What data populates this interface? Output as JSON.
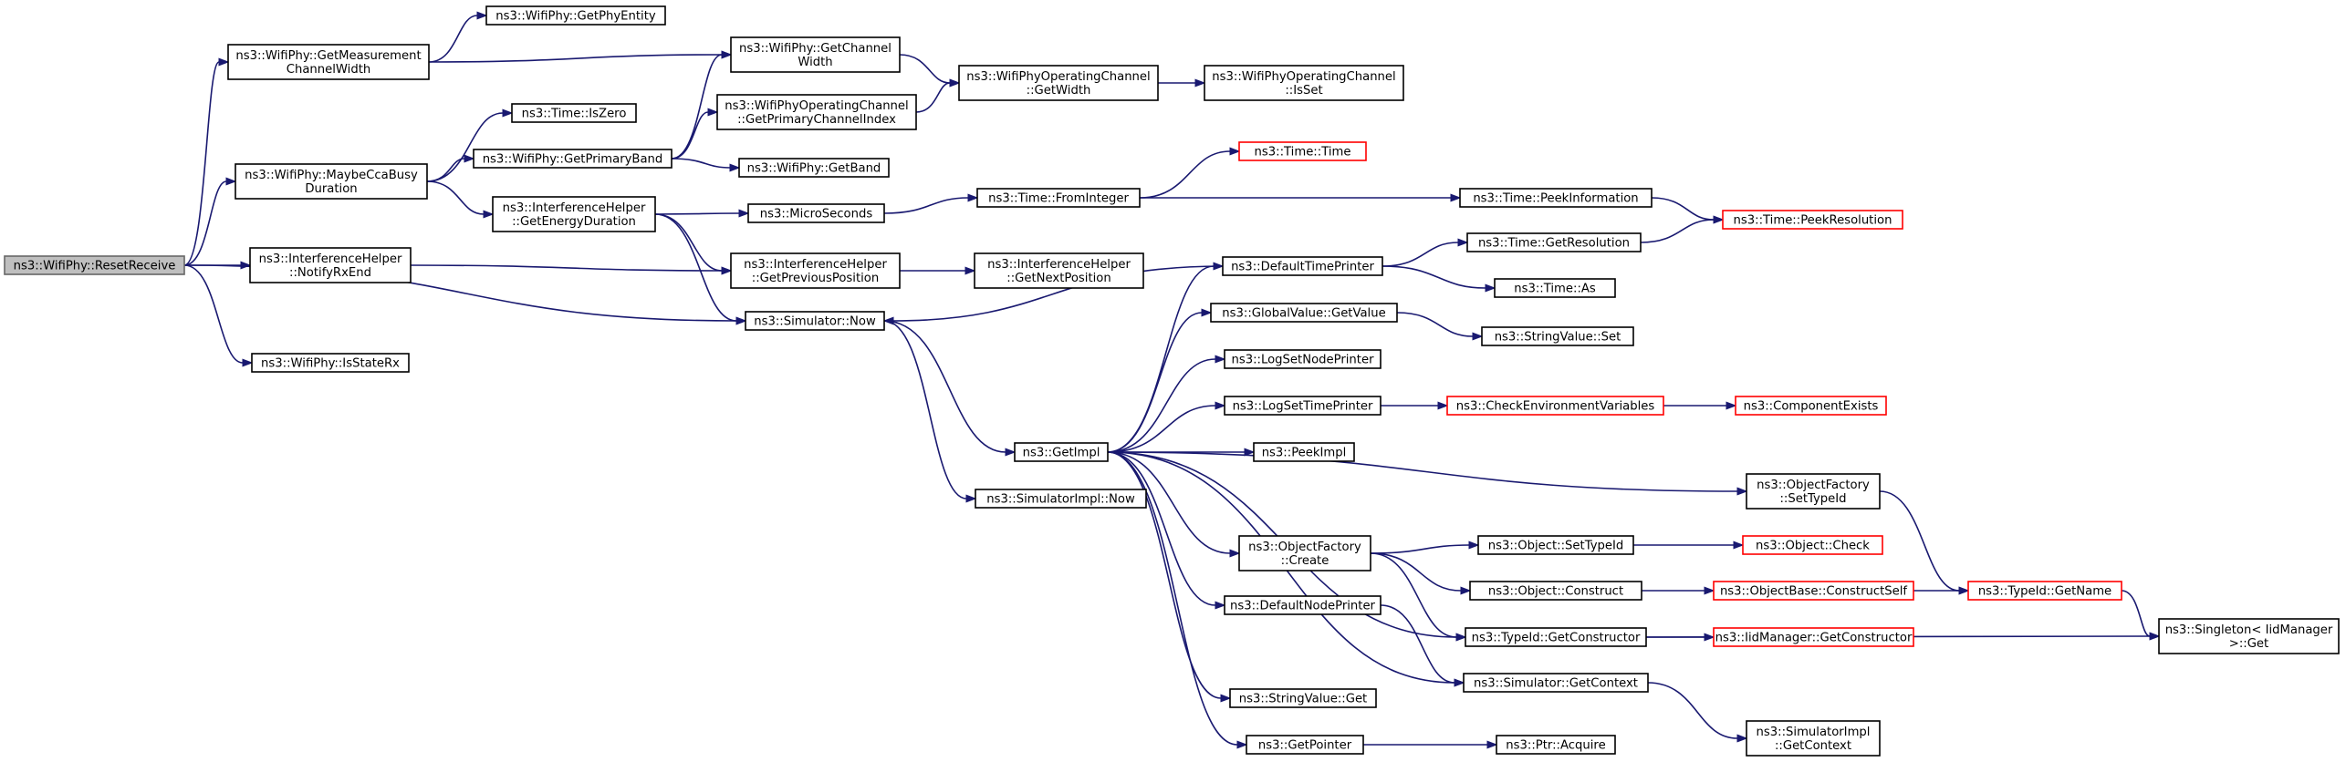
{
  "colors": {
    "edge": "#191970",
    "truncated_border": "#ff0000",
    "root_fill": "#bfbfbf"
  },
  "nodes": [
    {
      "id": "resetReceive",
      "lines": [
        "ns3::WifiPhy::ResetReceive"
      ],
      "root": true
    },
    {
      "id": "getMeasWidth",
      "lines": [
        "ns3::WifiPhy::GetMeasurement",
        "ChannelWidth"
      ]
    },
    {
      "id": "getPhyEntity",
      "lines": [
        "ns3::WifiPhy::GetPhyEntity"
      ]
    },
    {
      "id": "getChannelWidth",
      "lines": [
        "ns3::WifiPhy::GetChannel",
        "Width"
      ]
    },
    {
      "id": "opChGetWidth",
      "lines": [
        "ns3::WifiPhyOperatingChannel",
        "::GetWidth"
      ]
    },
    {
      "id": "opChIsSet",
      "lines": [
        "ns3::WifiPhyOperatingChannel",
        "::IsSet"
      ]
    },
    {
      "id": "opChPrimaryIdx",
      "lines": [
        "ns3::WifiPhyOperatingChannel",
        "::GetPrimaryChannelIndex"
      ]
    },
    {
      "id": "maybeCca",
      "lines": [
        "ns3::WifiPhy::MaybeCcaBusy",
        "Duration"
      ]
    },
    {
      "id": "timeIsZero",
      "lines": [
        "ns3::Time::IsZero"
      ]
    },
    {
      "id": "getPrimaryBand",
      "lines": [
        "ns3::WifiPhy::GetPrimaryBand"
      ]
    },
    {
      "id": "getBand",
      "lines": [
        "ns3::WifiPhy::GetBand"
      ]
    },
    {
      "id": "timeTime",
      "lines": [
        "ns3::Time::Time"
      ],
      "truncated": true
    },
    {
      "id": "ihEnergy",
      "lines": [
        "ns3::InterferenceHelper",
        "::GetEnergyDuration"
      ]
    },
    {
      "id": "microSeconds",
      "lines": [
        "ns3::MicroSeconds"
      ]
    },
    {
      "id": "fromInteger",
      "lines": [
        "ns3::Time::FromInteger"
      ]
    },
    {
      "id": "peekInfo",
      "lines": [
        "ns3::Time::PeekInformation"
      ]
    },
    {
      "id": "peekRes",
      "lines": [
        "ns3::Time::PeekResolution"
      ],
      "truncated": true
    },
    {
      "id": "getResolution",
      "lines": [
        "ns3::Time::GetResolution"
      ]
    },
    {
      "id": "timeAs",
      "lines": [
        "ns3::Time::As"
      ]
    },
    {
      "id": "notifyRxEnd",
      "lines": [
        "ns3::InterferenceHelper",
        "::NotifyRxEnd"
      ]
    },
    {
      "id": "ihPrevPos",
      "lines": [
        "ns3::InterferenceHelper",
        "::GetPreviousPosition"
      ]
    },
    {
      "id": "ihNextPos",
      "lines": [
        "ns3::InterferenceHelper",
        "::GetNextPosition"
      ]
    },
    {
      "id": "defTimePrinter",
      "lines": [
        "ns3::DefaultTimePrinter"
      ]
    },
    {
      "id": "simNow",
      "lines": [
        "ns3::Simulator::Now"
      ]
    },
    {
      "id": "gvGetValue",
      "lines": [
        "ns3::GlobalValue::GetValue"
      ]
    },
    {
      "id": "svSet",
      "lines": [
        "ns3::StringValue::Set"
      ]
    },
    {
      "id": "isStateRx",
      "lines": [
        "ns3::WifiPhy::IsStateRx"
      ]
    },
    {
      "id": "logSetNodePrinter",
      "lines": [
        "ns3::LogSetNodePrinter"
      ]
    },
    {
      "id": "logSetTimePrinter",
      "lines": [
        "ns3::LogSetTimePrinter"
      ]
    },
    {
      "id": "checkEnv",
      "lines": [
        "ns3::CheckEnvironmentVariables"
      ],
      "truncated": true
    },
    {
      "id": "compExists",
      "lines": [
        "ns3::ComponentExists"
      ],
      "truncated": true
    },
    {
      "id": "getImpl",
      "lines": [
        "ns3::GetImpl"
      ]
    },
    {
      "id": "peekImpl",
      "lines": [
        "ns3::PeekImpl"
      ]
    },
    {
      "id": "simImplNow",
      "lines": [
        "ns3::SimulatorImpl::Now"
      ]
    },
    {
      "id": "ofSetTypeId",
      "lines": [
        "ns3::ObjectFactory",
        "::SetTypeId"
      ]
    },
    {
      "id": "ofCreate",
      "lines": [
        "ns3::ObjectFactory",
        "::Create"
      ]
    },
    {
      "id": "objSetTypeId",
      "lines": [
        "ns3::Object::SetTypeId"
      ]
    },
    {
      "id": "objCheck",
      "lines": [
        "ns3::Object::Check"
      ],
      "truncated": true
    },
    {
      "id": "objConstruct",
      "lines": [
        "ns3::Object::Construct"
      ]
    },
    {
      "id": "objBaseConstructSelf",
      "lines": [
        "ns3::ObjectBase::ConstructSelf"
      ],
      "truncated": true
    },
    {
      "id": "typeIdGetName",
      "lines": [
        "ns3::TypeId::GetName"
      ],
      "truncated": true
    },
    {
      "id": "defNodePrinter",
      "lines": [
        "ns3::DefaultNodePrinter"
      ]
    },
    {
      "id": "singletonGet",
      "lines": [
        "ns3::Singleton< IidManager",
        ">::Get"
      ]
    },
    {
      "id": "typeIdGetCtor",
      "lines": [
        "ns3::TypeId::GetConstructor"
      ]
    },
    {
      "id": "iidGetCtor",
      "lines": [
        "ns3::IidManager::GetConstructor"
      ],
      "truncated": true
    },
    {
      "id": "simGetContext",
      "lines": [
        "ns3::Simulator::GetContext"
      ]
    },
    {
      "id": "svGet",
      "lines": [
        "ns3::StringValue::Get"
      ]
    },
    {
      "id": "simImplGetContext",
      "lines": [
        "ns3::SimulatorImpl",
        "::GetContext"
      ]
    },
    {
      "id": "getPointer",
      "lines": [
        "ns3::GetPointer"
      ]
    },
    {
      "id": "ptrAcquire",
      "lines": [
        "ns3::Ptr::Acquire"
      ]
    }
  ],
  "edges": [
    [
      "resetReceive",
      "getMeasWidth"
    ],
    [
      "resetReceive",
      "maybeCca"
    ],
    [
      "resetReceive",
      "notifyRxEnd"
    ],
    [
      "resetReceive",
      "simNow"
    ],
    [
      "resetReceive",
      "isStateRx"
    ],
    [
      "getMeasWidth",
      "getPhyEntity"
    ],
    [
      "getMeasWidth",
      "getChannelWidth"
    ],
    [
      "getChannelWidth",
      "opChGetWidth"
    ],
    [
      "opChGetWidth",
      "opChIsSet"
    ],
    [
      "opChPrimaryIdx",
      "opChGetWidth"
    ],
    [
      "maybeCca",
      "timeIsZero"
    ],
    [
      "maybeCca",
      "getPrimaryBand"
    ],
    [
      "maybeCca",
      "ihEnergy"
    ],
    [
      "getPrimaryBand",
      "getChannelWidth"
    ],
    [
      "getPrimaryBand",
      "opChPrimaryIdx"
    ],
    [
      "getPrimaryBand",
      "getBand"
    ],
    [
      "ihEnergy",
      "microSeconds"
    ],
    [
      "ihEnergy",
      "ihPrevPos"
    ],
    [
      "ihEnergy",
      "simNow"
    ],
    [
      "microSeconds",
      "fromInteger"
    ],
    [
      "fromInteger",
      "timeTime"
    ],
    [
      "fromInteger",
      "peekInfo"
    ],
    [
      "peekInfo",
      "peekRes"
    ],
    [
      "getResolution",
      "peekRes"
    ],
    [
      "notifyRxEnd",
      "ihPrevPos"
    ],
    [
      "ihPrevPos",
      "ihNextPos"
    ],
    [
      "defTimePrinter",
      "getResolution"
    ],
    [
      "defTimePrinter",
      "timeAs"
    ],
    [
      "defTimePrinter",
      "simNow"
    ],
    [
      "simNow",
      "getImpl"
    ],
    [
      "simNow",
      "simImplNow"
    ],
    [
      "gvGetValue",
      "svSet"
    ],
    [
      "logSetTimePrinter",
      "checkEnv"
    ],
    [
      "checkEnv",
      "compExists"
    ],
    [
      "getImpl",
      "defTimePrinter"
    ],
    [
      "getImpl",
      "gvGetValue"
    ],
    [
      "getImpl",
      "logSetNodePrinter"
    ],
    [
      "getImpl",
      "logSetTimePrinter"
    ],
    [
      "getImpl",
      "peekImpl"
    ],
    [
      "getImpl",
      "ofSetTypeId"
    ],
    [
      "getImpl",
      "ofCreate"
    ],
    [
      "getImpl",
      "defNodePrinter"
    ],
    [
      "getImpl",
      "typeIdGetCtor"
    ],
    [
      "getImpl",
      "simGetContext"
    ],
    [
      "getImpl",
      "svGet"
    ],
    [
      "getImpl",
      "getPointer"
    ],
    [
      "ofSetTypeId",
      "typeIdGetName"
    ],
    [
      "ofCreate",
      "objSetTypeId"
    ],
    [
      "ofCreate",
      "objConstruct"
    ],
    [
      "ofCreate",
      "typeIdGetCtor"
    ],
    [
      "objSetTypeId",
      "objCheck"
    ],
    [
      "objConstruct",
      "objBaseConstructSelf"
    ],
    [
      "objBaseConstructSelf",
      "typeIdGetName"
    ],
    [
      "typeIdGetName",
      "singletonGet"
    ],
    [
      "defNodePrinter",
      "simGetContext"
    ],
    [
      "typeIdGetCtor",
      "iidGetCtor"
    ],
    [
      "typeIdGetCtor",
      "singletonGet"
    ],
    [
      "simGetContext",
      "simImplGetContext"
    ],
    [
      "getPointer",
      "ptrAcquire"
    ]
  ]
}
